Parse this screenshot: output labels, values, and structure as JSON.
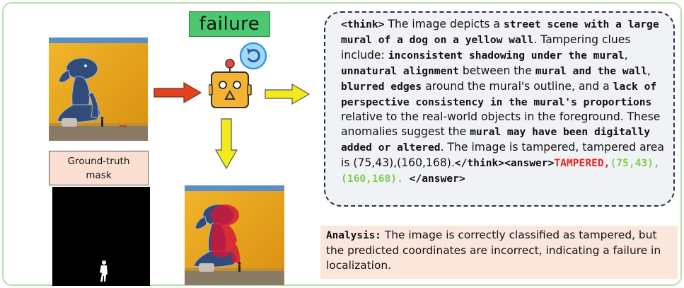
{
  "failure_label": "failure",
  "gt_label_line1": "Ground-truth",
  "gt_label_line2": "mask",
  "think": {
    "open_tag": "<think>",
    "t1": " The image depicts a ",
    "b1": "street scene with a large mural of a dog on a yellow wall",
    "t2": ". Tampering clues include: ",
    "b2": "inconsistent shadowing under the mural",
    "t3": ", ",
    "b3": "unnatural alignment",
    "t4": " between the ",
    "b4": "mural and the wall",
    "t5": ", ",
    "b5": "blurred edges",
    "t6": " around the mural's outline, and a ",
    "b6": "lack of perspective consistency in the mural's proportions",
    "t7": " relative to the real-world objects in the foreground. These anomalies suggest the ",
    "b7": "mural may have been digitally added or altered",
    "t8": ". The image is tampered, tampered area is (75,43),(160,168).",
    "close_tag": "</think>",
    "answer_open": "<answer>",
    "answer_value": "TAMPERED,",
    "answer_coords": "(75,43),(160,168).",
    "answer_close": " </answer>"
  },
  "analysis": {
    "label": "Analysis:",
    "text": " The image is correctly classified as tampered, but the predicted coordinates are incorrect, indicating a failure in localization."
  },
  "colors": {
    "wall_yellow": "#e8a21a",
    "failure_green": "#4cc970",
    "arrow_red": "#e0431d",
    "arrow_yellow": "#f3ea1b",
    "answer_red": "#e82323",
    "coords_green": "#7cd04c",
    "robot_body": "#f3b333",
    "refresh_blue": "#2f9de6"
  },
  "icons": [
    "robot-icon",
    "refresh-icon",
    "arrow-right-icon",
    "arrow-down-icon"
  ]
}
